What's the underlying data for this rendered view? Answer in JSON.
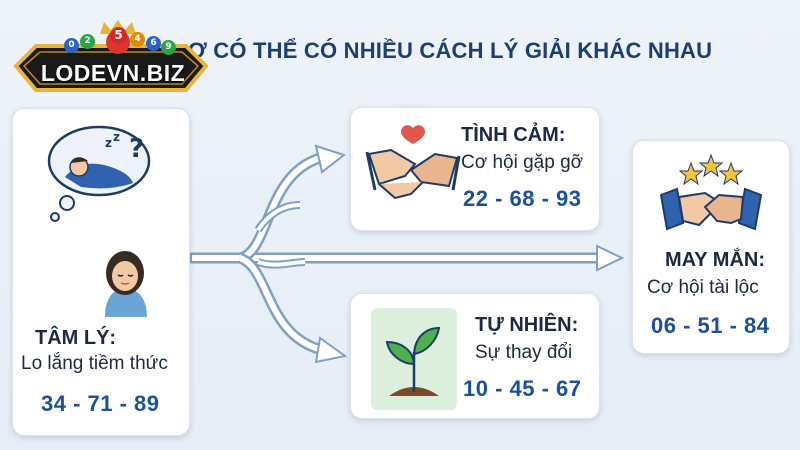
{
  "title": "Ơ CÓ THỂ CÓ NHIỀU CÁCH LÝ GIẢI KHÁC NHAU",
  "logo": {
    "text": "LODEVN.BIZ",
    "balls": [
      "0",
      "2",
      "5",
      "4",
      "6",
      "9"
    ]
  },
  "nodes": {
    "left": {
      "label": "TÂM LÝ:",
      "sub": "Lo lắng tiềm thức",
      "numbers": "34 - 71 - 89"
    },
    "top": {
      "label": "TÌNH CẢM:",
      "sub": "Cơ hội gặp gỡ",
      "numbers": "22 - 68 - 93"
    },
    "bottom": {
      "label": "TỰ NHIÊN:",
      "sub": "Sự thay đổi",
      "numbers": "10 - 45 - 67"
    },
    "right": {
      "label": "MAY MẮN:",
      "sub": "Cơ hội tài lộc",
      "numbers": "06 - 51 - 84"
    }
  },
  "colors": {
    "title": "#1b3f73",
    "numbers": "#1b4fa0",
    "arrow": "#7f9fc6",
    "logo_gold": "#e8b53a",
    "logo_dark": "#1a1a1a"
  },
  "icons": [
    "dream-sleep-icon",
    "moon-girl-icon",
    "holding-hands-icon",
    "plant-sprout-icon",
    "handshake-stars-icon"
  ]
}
